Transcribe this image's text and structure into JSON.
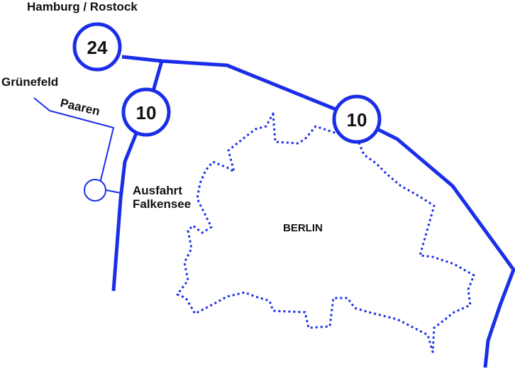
{
  "colors": {
    "route": "#1a2ee8",
    "text": "#111111",
    "background": "#ffffff"
  },
  "labels": {
    "destination": "Hamburg / Rostock",
    "grunefeld": "Grünefeld",
    "paaren": "Paaren",
    "exit_line1": "Ausfahrt",
    "exit_line2": "Falkensee",
    "city": "BERLIN"
  },
  "shields": {
    "a24": "24",
    "a10_west": "10",
    "a10_north": "10"
  }
}
